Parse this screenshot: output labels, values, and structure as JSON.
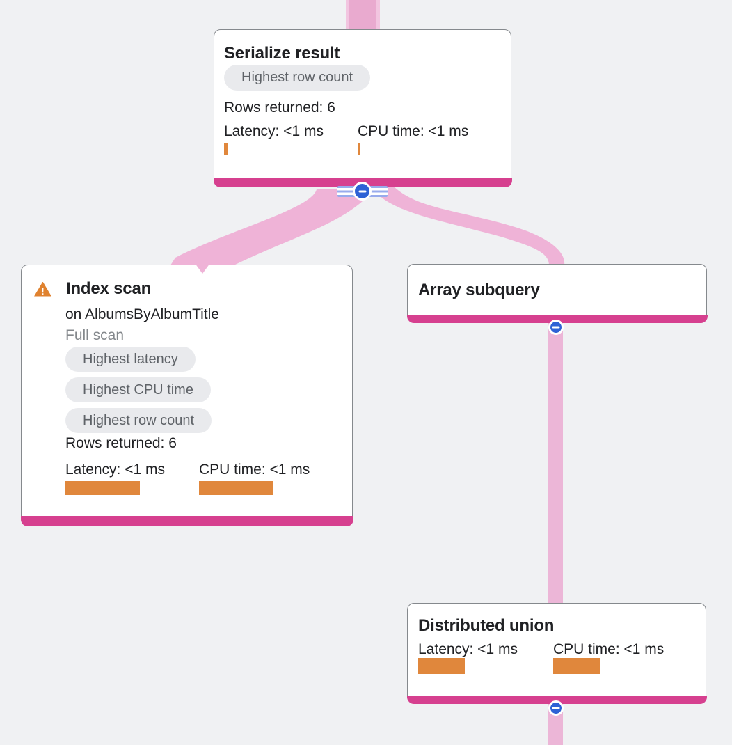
{
  "diagram": {
    "type": "query-execution-plan-tree",
    "background": "#f0f1f3",
    "colors": {
      "node_accent_bar": "#d6408f",
      "edge_pink": "#efb3d7",
      "edge_pink_light": "#ecb6d7",
      "metric_bar_orange": "#e0873c",
      "warning_orange": "#e0822f",
      "collapse_button_blue": "#2e62d5",
      "collapse_stripe_blue": "#98abec",
      "badge_bg": "#e9eaed",
      "badge_text": "#5f6368"
    },
    "nodes": {
      "serialize_result": {
        "title": "Serialize result",
        "badges": [
          "Highest row count"
        ],
        "rows_returned": "Rows returned: 6",
        "metrics": {
          "latency": "Latency: <1 ms",
          "cpu": "CPU time: <1 ms"
        }
      },
      "index_scan": {
        "warning": "warning-triangle",
        "title": "Index scan",
        "subtitle": "on AlbumsByAlbumTitle",
        "scan_type": "Full scan",
        "badges": [
          "Highest latency",
          "Highest CPU time",
          "Highest row count"
        ],
        "rows_returned": "Rows returned: 6",
        "metrics": {
          "latency": "Latency: <1 ms",
          "cpu": "CPU time: <1 ms"
        }
      },
      "array_subquery": {
        "title": "Array subquery"
      },
      "distributed_union": {
        "title": "Distributed union",
        "metrics": {
          "latency": "Latency: <1 ms",
          "cpu": "CPU time: <1 ms"
        }
      }
    },
    "edges": [
      {
        "from": "offscreen-top",
        "to": "serialize_result"
      },
      {
        "from": "serialize_result",
        "to": "index_scan"
      },
      {
        "from": "serialize_result",
        "to": "array_subquery"
      },
      {
        "from": "array_subquery",
        "to": "distributed_union"
      },
      {
        "from": "distributed_union",
        "to": "offscreen-bottom"
      }
    ],
    "collapse_buttons": [
      {
        "node": "serialize_result",
        "state": "expanded",
        "icon": "minus"
      },
      {
        "node": "array_subquery",
        "state": "expanded",
        "icon": "minus"
      },
      {
        "node": "distributed_union",
        "state": "expanded",
        "icon": "minus"
      }
    ],
    "warning_glyph": "!"
  }
}
